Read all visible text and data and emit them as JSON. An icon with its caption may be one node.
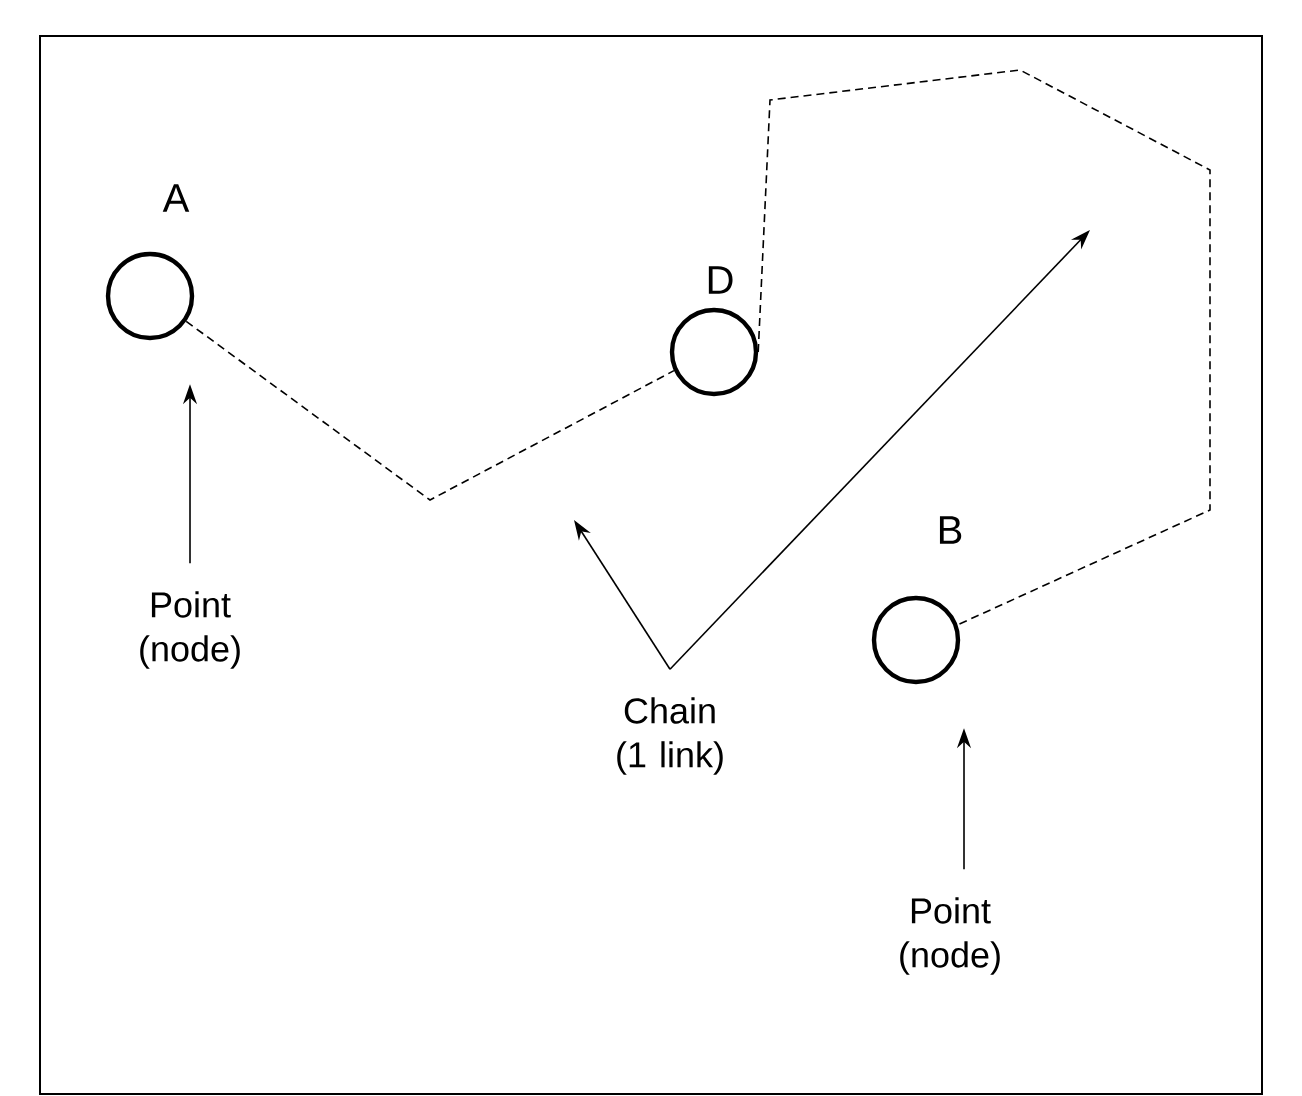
{
  "diagram": {
    "nodes": [
      {
        "text": [
          "A"
        ]
      },
      {
        "text": [
          "D"
        ]
      },
      {
        "text": [
          "B"
        ]
      },
      {
        "text": [
          "Point (node)"
        ]
      },
      {
        "text": [
          "Chain (1 link)"
        ]
      },
      {
        "text": [
          "Point (node)"
        ]
      }
    ],
    "edges": [
      {
        "from": 0,
        "to": 1,
        "arrow": "none",
        "style": "dashed"
      },
      {
        "from": 1,
        "to": 2,
        "arrow": "none",
        "style": "dashed"
      },
      {
        "from": 3,
        "to": 0,
        "arrow": "to"
      },
      {
        "from": 4,
        "to": null,
        "arrow": "to"
      },
      {
        "from": 4,
        "to": null,
        "arrow": "to"
      },
      {
        "from": 5,
        "to": 2,
        "arrow": "to"
      }
    ]
  }
}
